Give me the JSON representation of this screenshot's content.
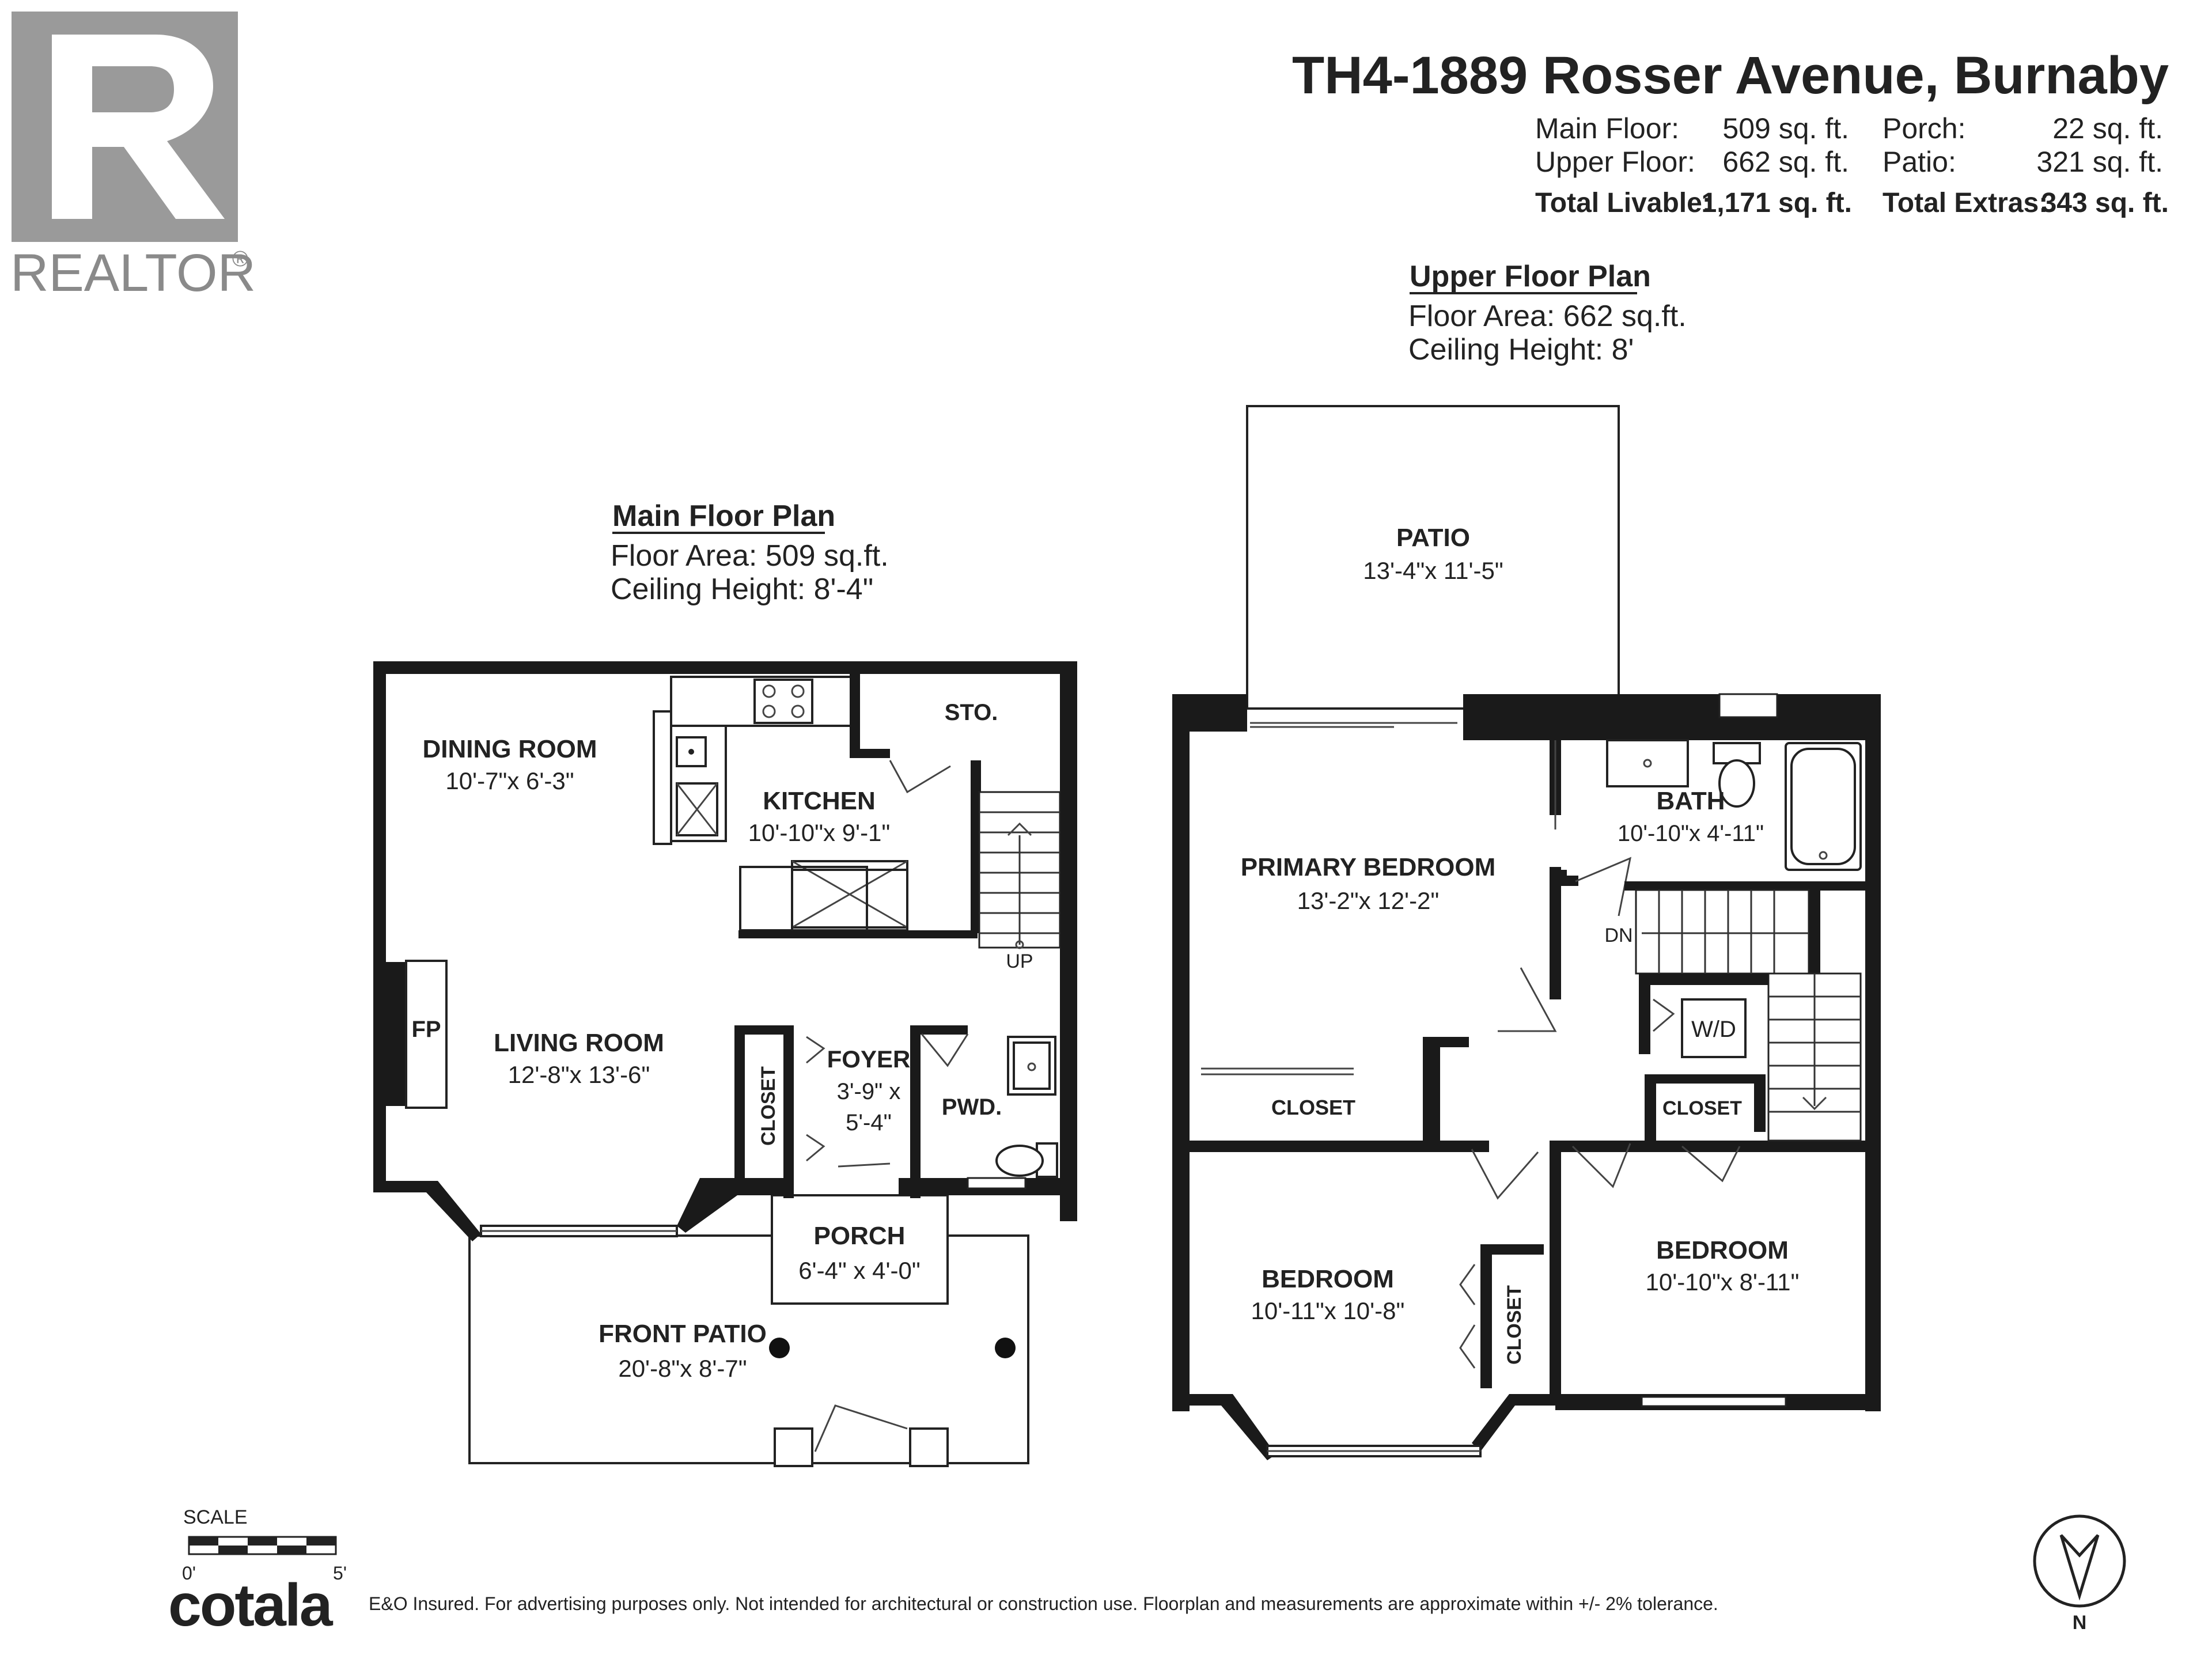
{
  "logo": {
    "brand": "REALTOR",
    "mark": "®"
  },
  "header": {
    "address": "TH4-1889 Rosser Avenue, Burnaby",
    "main_floor_label": "Main Floor:",
    "main_floor_value": "509 sq. ft.",
    "upper_floor_label": "Upper Floor:",
    "upper_floor_value": "662 sq. ft.",
    "porch_label": "Porch:",
    "porch_value": "22 sq. ft.",
    "patio_label": "Patio:",
    "patio_value": "321 sq. ft.",
    "total_livable_label": "Total Livable:",
    "total_livable_value": "1,171 sq. ft.",
    "total_extras_label": "Total Extras:",
    "total_extras_value": "343 sq. ft."
  },
  "main_floor": {
    "title": "Main Floor Plan",
    "area": "Floor Area: 509 sq.ft.",
    "ceiling": "Ceiling Height: 8'-4\"",
    "rooms": {
      "dining": {
        "name": "DINING ROOM",
        "dims": "10'-7\"x 6'-3\""
      },
      "kitchen": {
        "name": "KITCHEN",
        "dims": "10'-10\"x 9'-1\""
      },
      "storage": {
        "name": "STO."
      },
      "living": {
        "name": "LIVING ROOM",
        "dims": "12'-8\"x 13'-6\""
      },
      "fireplace": {
        "name": "FP"
      },
      "closet": {
        "name": "CLOSET"
      },
      "foyer": {
        "name": "FOYER",
        "dims1": "3'-9\" x",
        "dims2": "5'-4\""
      },
      "powder": {
        "name": "PWD."
      },
      "porch": {
        "name": "PORCH",
        "dims": "6'-4\" x 4'-0\""
      },
      "front_patio": {
        "name": "FRONT PATIO",
        "dims": "20'-8\"x 8'-7\""
      },
      "stairs": {
        "name": "UP"
      }
    }
  },
  "upper_floor": {
    "title": "Upper Floor Plan",
    "area": "Floor Area: 662 sq.ft.",
    "ceiling": "Ceiling Height: 8'",
    "rooms": {
      "patio": {
        "name": "PATIO",
        "dims": "13'-4\"x 11'-5\""
      },
      "primary": {
        "name": "PRIMARY BEDROOM",
        "dims": "13'-2\"x 12'-2\""
      },
      "bath": {
        "name": "BATH",
        "dims": "10'-10\"x 4'-11\""
      },
      "closet_primary": {
        "name": "CLOSET"
      },
      "wd": {
        "name": "W/D"
      },
      "closet_right": {
        "name": "CLOSET"
      },
      "bedroom_left": {
        "name": "BEDROOM",
        "dims": "10'-11\"x 10'-8\""
      },
      "closet_left": {
        "name": "CLOSET"
      },
      "bedroom_right": {
        "name": "BEDROOM",
        "dims": "10'-10\"x 8'-11\""
      },
      "stairs": {
        "name": "DN"
      }
    }
  },
  "scale": {
    "label": "SCALE",
    "min": "0'",
    "max": "5'"
  },
  "footer": {
    "brand": "cotala",
    "disclaimer": "E&O Insured. For advertising purposes only. Not intended for architectural or construction use. Floorplan and measurements are approximate within +/- 2% tolerance."
  },
  "compass": {
    "label": "N"
  },
  "colors": {
    "wall": "#1a1a1a",
    "logo_gray": "#9a9a9a"
  }
}
